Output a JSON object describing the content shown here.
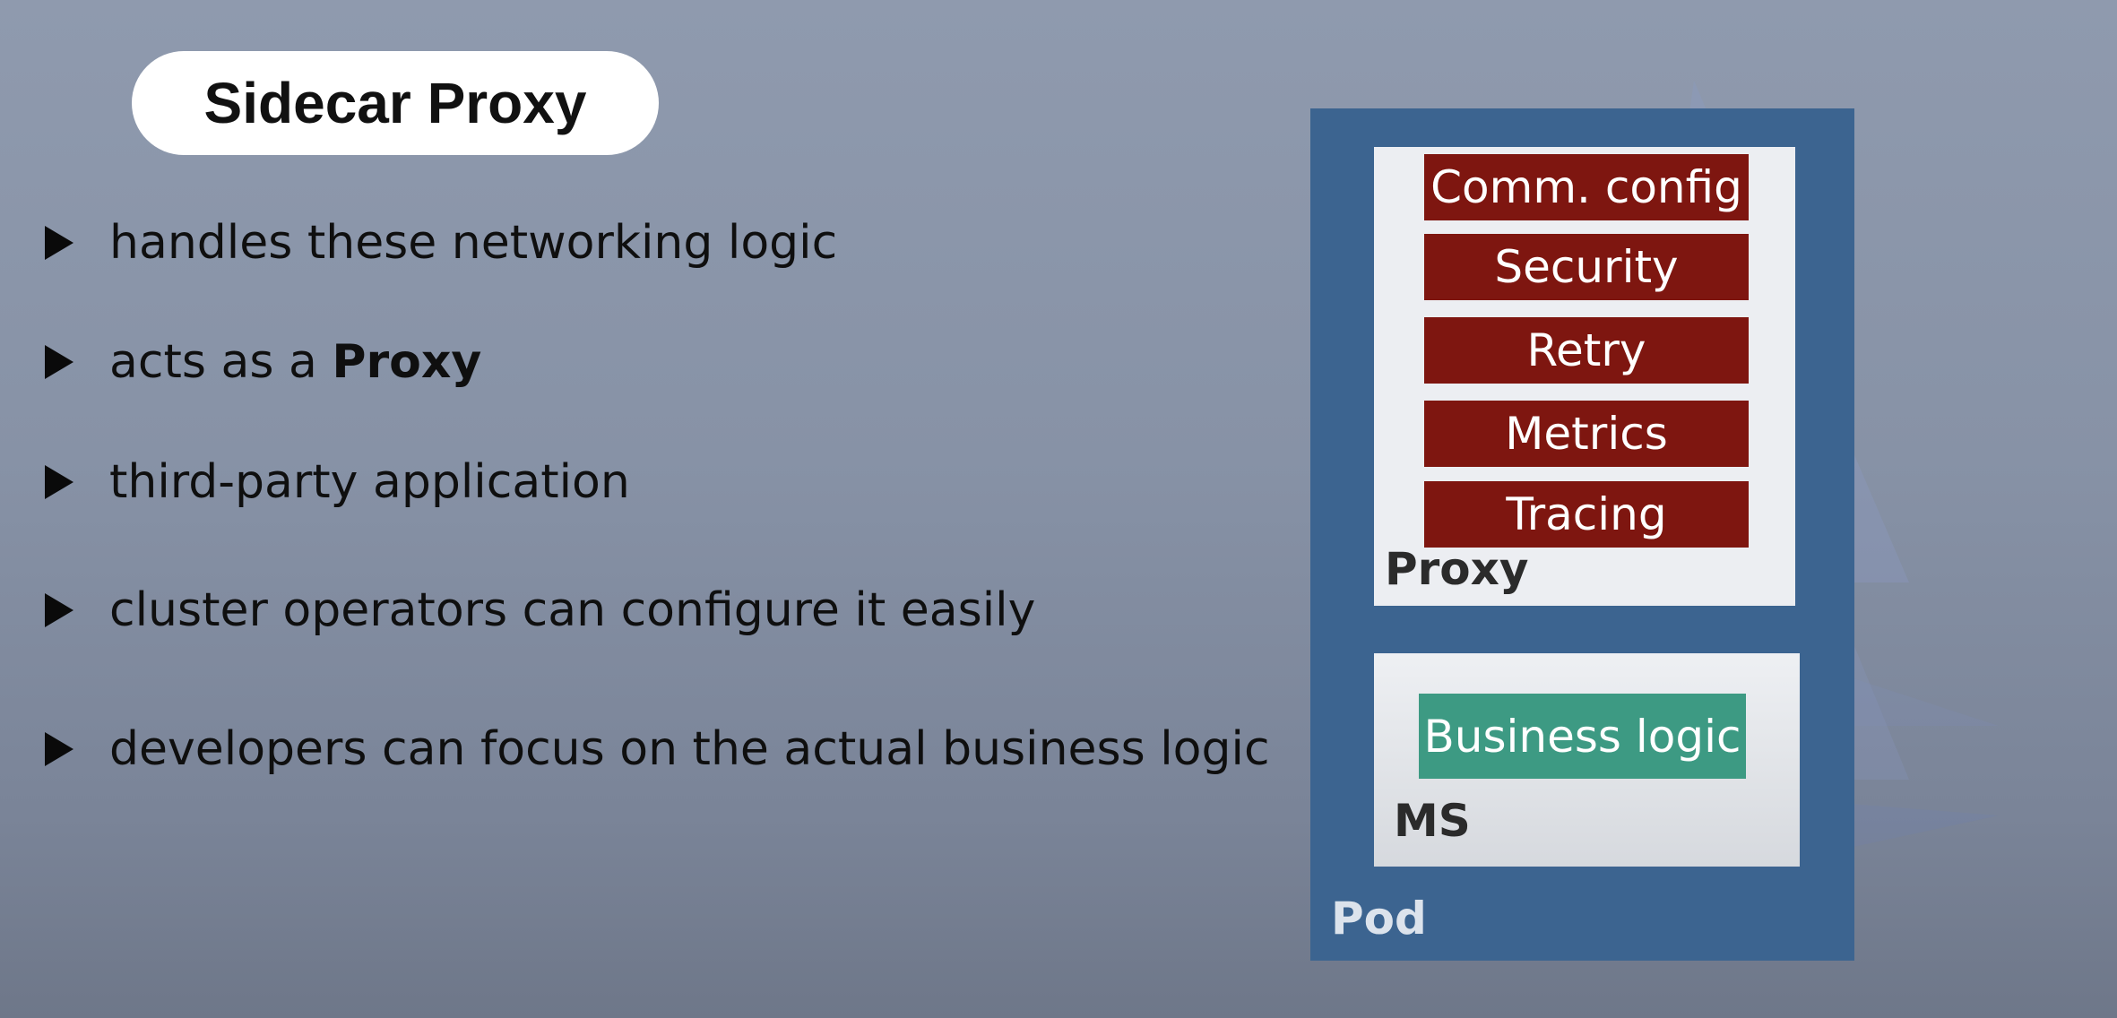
{
  "title": "Sidecar Proxy",
  "bullets": [
    {
      "text": "handles these networking logic",
      "strong": ""
    },
    {
      "text": "acts as a ",
      "strong": "Proxy"
    },
    {
      "text": "third-party application",
      "strong": ""
    },
    {
      "text": "cluster operators can configure it easily",
      "strong": ""
    },
    {
      "text": "developers can focus on the actual business logic",
      "strong": ""
    }
  ],
  "diagram": {
    "pod_label": "Pod",
    "proxy_label": "Proxy",
    "proxy_features": [
      "Comm. config",
      "Security",
      "Retry",
      "Metrics",
      "Tracing"
    ],
    "ms_label": "MS",
    "business_logic": "Business logic"
  },
  "colors": {
    "pod": "#3c6490",
    "feature": "#7e1610",
    "business": "#3d9a83"
  }
}
